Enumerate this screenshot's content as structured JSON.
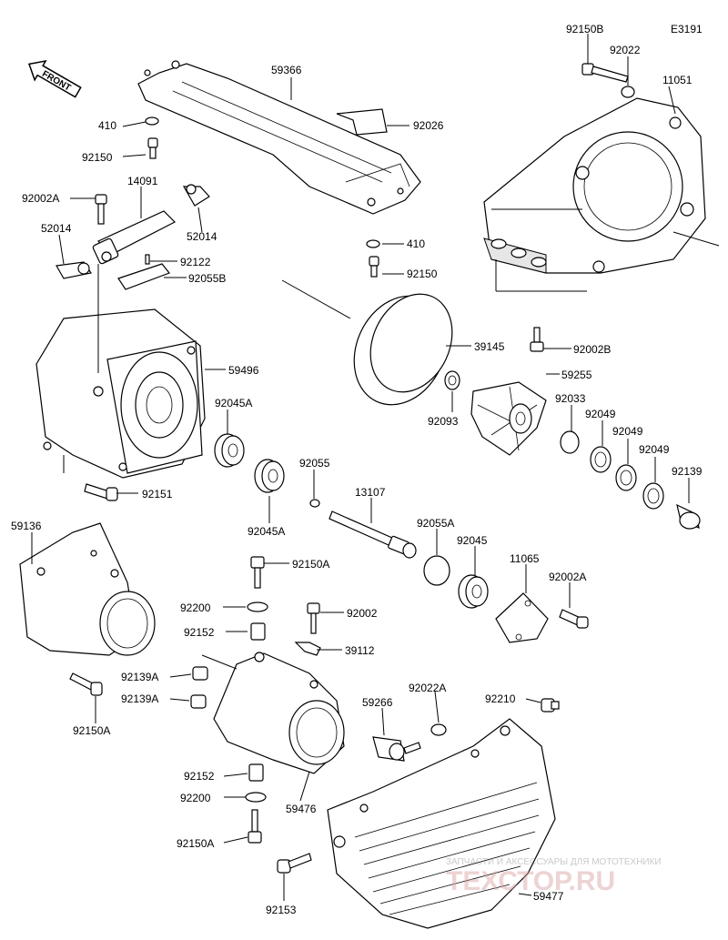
{
  "diagram_code": "E3191",
  "front_label": "FRONT",
  "watermark": {
    "tagline": "ЗАПЧАСТИ И АКСЕССУАРЫ ДЛЯ МОТОТЕХНИКИ",
    "brand": "ТЕХСТОР.RU"
  },
  "parts": {
    "p92150B": "92150B",
    "p92022": "92022",
    "p11051": "11051",
    "p59366": "59366",
    "p410a": "410",
    "p92026": "92026",
    "p92150a": "92150",
    "p92002A_top": "92002A",
    "p14091": "14091",
    "p52014_l": "52014",
    "p52014_r": "52014",
    "p92122": "92122",
    "p92055B": "92055B",
    "p410b": "410",
    "p92150b": "92150",
    "p92002B": "92002B",
    "p39145": "39145",
    "p59496": "59496",
    "p59255": "59255",
    "p92093": "92093",
    "p92033": "92033",
    "p92049a": "92049",
    "p92049b": "92049",
    "p92049c": "92049",
    "p92045A_1": "92045A",
    "p92045A_2": "92045A",
    "p92151": "92151",
    "p92055": "92055",
    "p92139": "92139",
    "p13107": "13107",
    "p59136": "59136",
    "p92055A": "92055A",
    "p92150A_1": "92150A",
    "p92045": "92045",
    "p11065": "11065",
    "p92002A_bot": "92002A",
    "p92200_1": "92200",
    "p92002": "92002",
    "p92152_1": "92152",
    "p39112": "39112",
    "p92139A_1": "92139A",
    "p92139A_2": "92139A",
    "p92150A_2": "92150A",
    "p92022A": "92022A",
    "p92210": "92210",
    "p59266": "59266",
    "p92152_2": "92152",
    "p92200_2": "92200",
    "p59476": "59476",
    "p92150A_3": "92150A",
    "p92153": "92153",
    "p59477": "59477"
  }
}
